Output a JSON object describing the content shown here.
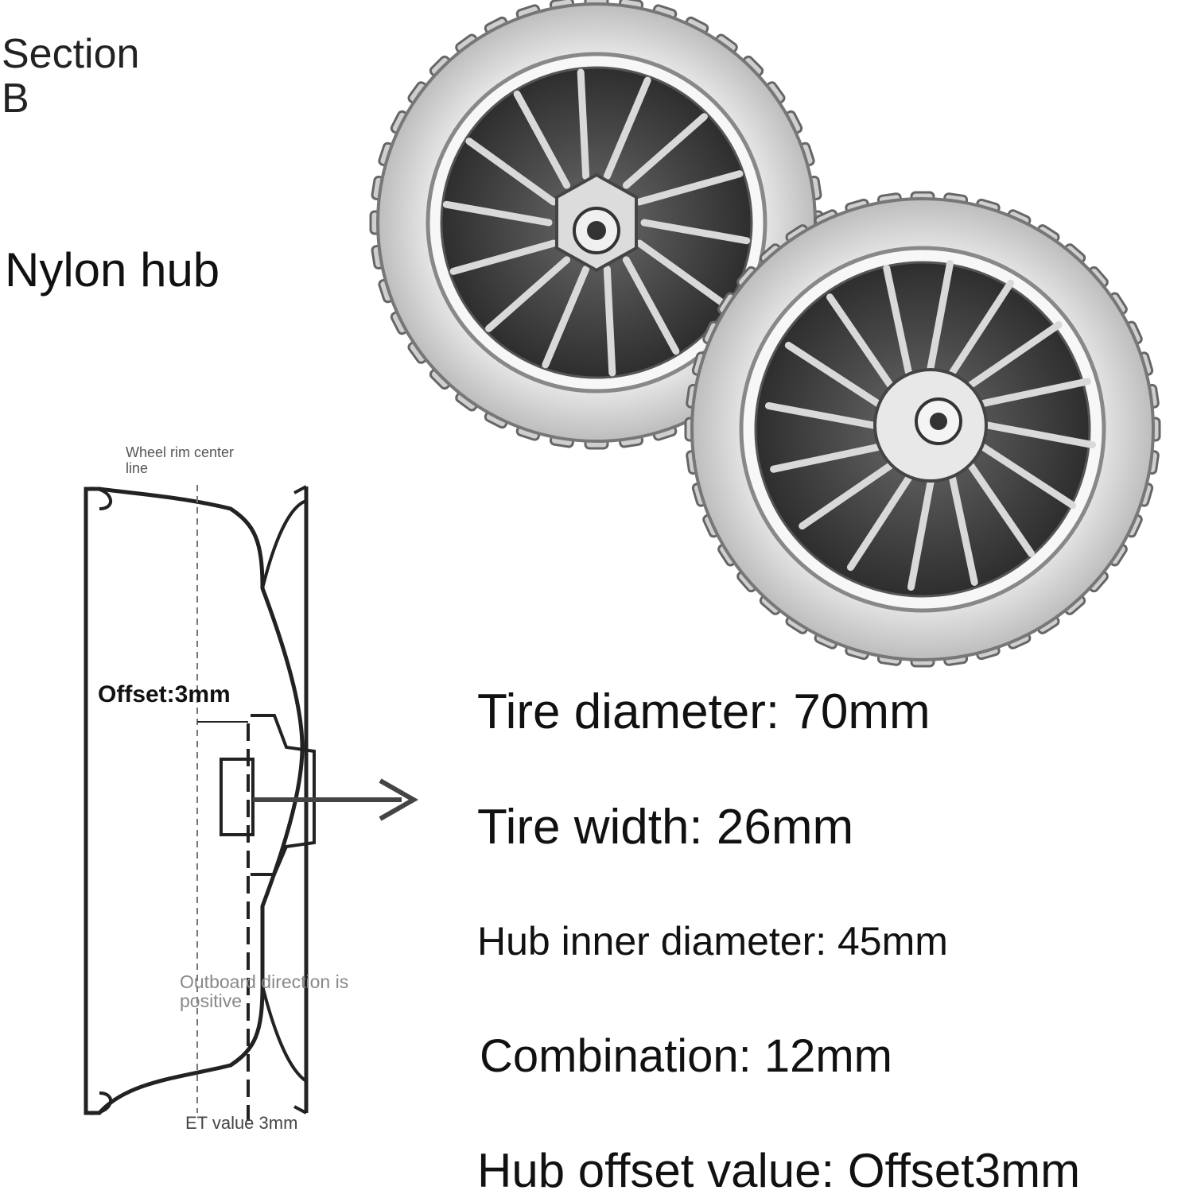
{
  "header": {
    "section_line1": "Section",
    "section_line2": "B",
    "hub_type": "Nylon hub"
  },
  "rim_diagram": {
    "center_label_line1": "Wheel rim center",
    "center_label_line2": "line",
    "offset_label": "Offset:3mm",
    "direction_line1": "Outboard direction is",
    "direction_line2": "positive",
    "et_label": "ET value 3mm"
  },
  "specs": {
    "tire_diameter": "Tire diameter: 70mm",
    "tire_width": "Tire width: 26mm",
    "hub_inner_diameter": "Hub inner diameter: 45mm",
    "combination": "Combination: 12mm",
    "hub_offset": "Hub offset value: Offset3mm"
  },
  "colors": {
    "tire": "#e4e4e4",
    "spoke": "#4a4a4a",
    "line": "#333333"
  }
}
